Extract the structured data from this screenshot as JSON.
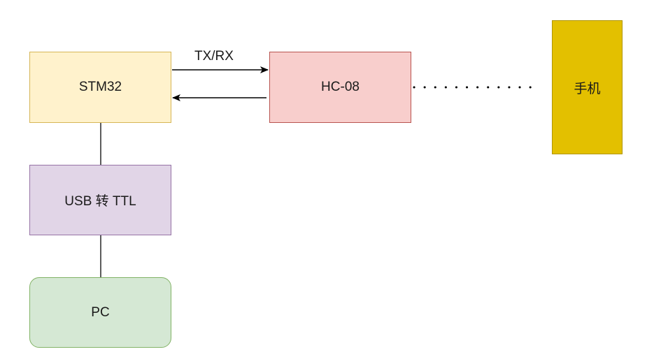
{
  "nodes": {
    "stm32": "STM32",
    "hc08": "HC-08",
    "phone": "手机",
    "usb_ttl": "USB 转 TTL",
    "pc": "PC"
  },
  "edges": {
    "stm32_to_hc08_label": "TX/RX"
  },
  "colors": {
    "stm32_fill": "#fff2cc",
    "hc08_fill": "#f8cecc",
    "phone_fill": "#e3c000",
    "usb_ttl_fill": "#e1d5e7",
    "pc_fill": "#d5e8d4"
  }
}
